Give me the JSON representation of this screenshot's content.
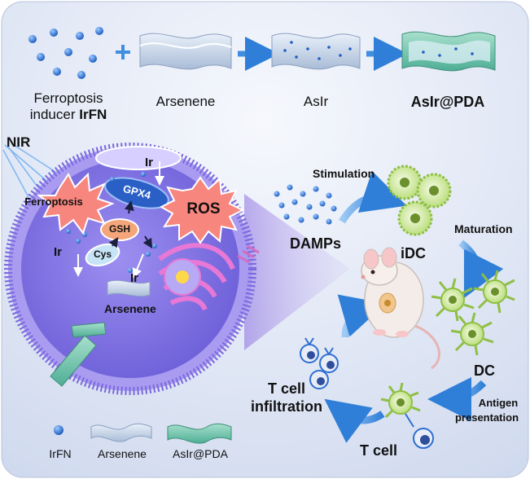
{
  "top_row": {
    "inducer_line1": "Ferroptosis",
    "inducer_line2": "inducer",
    "inducer_bold": "IrFN",
    "arsenene": "Arsenene",
    "asir": "AsIr",
    "asir_pda": "AsIr@PDA",
    "plus": "+"
  },
  "cell": {
    "nir": "NIR",
    "ferroptosis": "Ferroptosis",
    "ros": "ROS",
    "gpx4": "GPX4",
    "gsh": "GSH",
    "cys": "Cys",
    "ir_top": "Ir",
    "ir_left": "Ir",
    "ir_bottom": "Ir",
    "arsenene": "Arsenene"
  },
  "immune": {
    "stimulation": "Stimulation",
    "damps": "DAMPs",
    "idc": "iDC",
    "maturation": "Maturation",
    "dc": "DC",
    "antigen_line1": "Antigen",
    "antigen_line2": "presentation",
    "tcell": "T cell",
    "infiltration_line1": "T cell",
    "infiltration_line2": "infiltration"
  },
  "legend": {
    "irfn": "IrFN",
    "arsenene": "Arsenene",
    "asir_pda": "AsIr@PDA"
  },
  "colors": {
    "background_panel": "#dde6f4",
    "membrane": "#8f7fe6",
    "cell_inner": "#7b6ee0",
    "starburst": "#f7867e",
    "arrow_blue": "#3f8ee0",
    "dc_green": "#c6e68a",
    "nucleus_pink": "#e878d6"
  }
}
